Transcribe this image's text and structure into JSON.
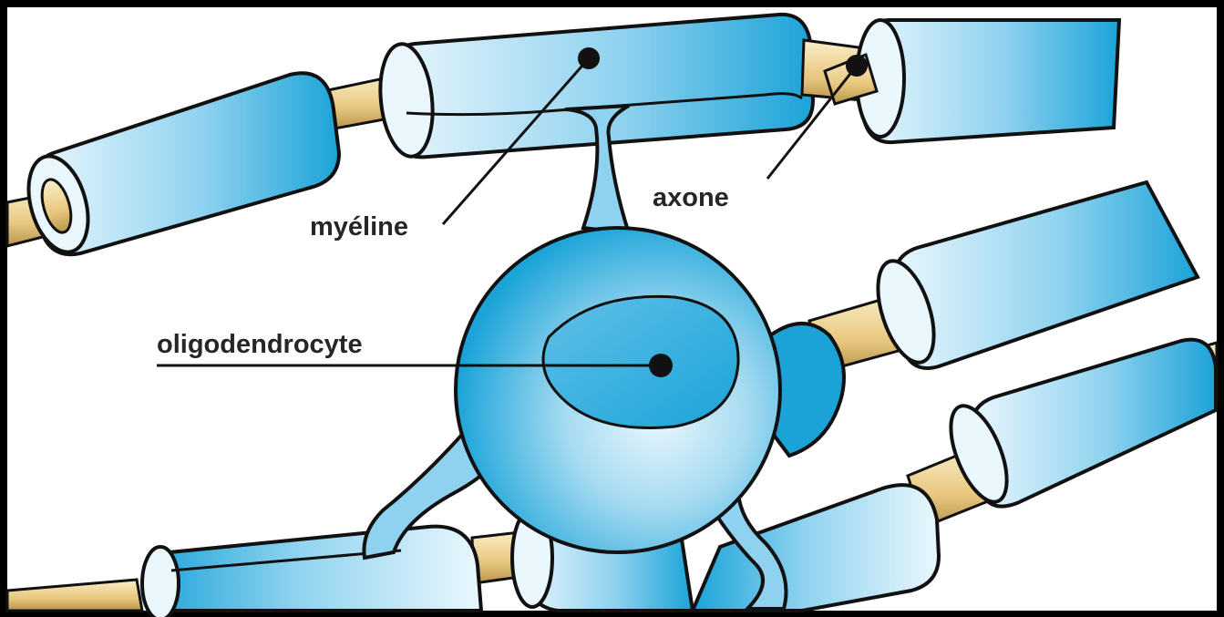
{
  "diagram": {
    "labels": {
      "myelin": "myéline",
      "axon": "axone",
      "oligodendrocyte": "oligodendrocyte"
    },
    "colors": {
      "frame": "#000000",
      "background": "#ffffff",
      "myelin_dark": "#1ba3d8",
      "myelin_light": "#eaf7fd",
      "axon": "#e8c77e",
      "axon_light": "#fbeec8",
      "outline": "#111111",
      "label": "#262626"
    }
  }
}
